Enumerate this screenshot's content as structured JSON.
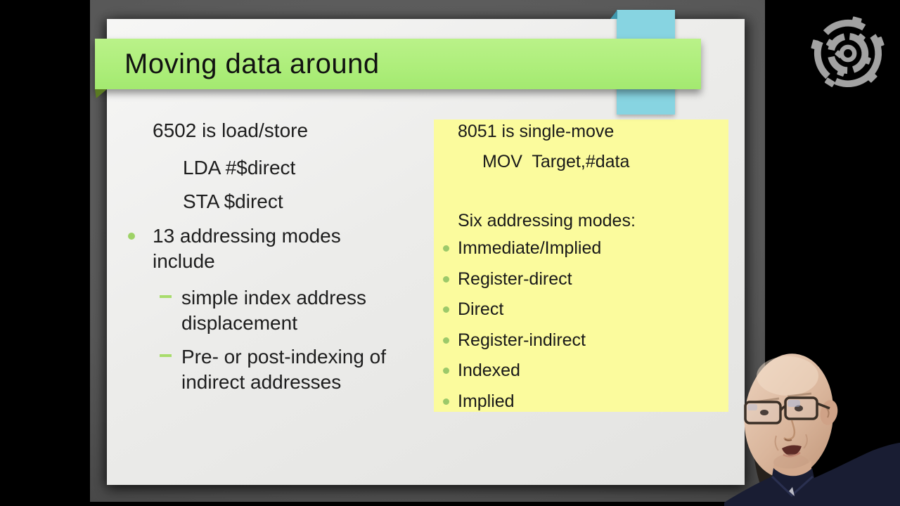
{
  "banner": {
    "title": "Moving data around",
    "bg_color": "#aeee7b",
    "fold_color": "#5a7a22"
  },
  "ribbon": {
    "color": "#87d4e1"
  },
  "left_column": {
    "heading": "6502 is load/store",
    "code_line1": "LDA #$direct",
    "code_line2": "STA $direct",
    "bullet1": "13 addressing modes include",
    "sub_bullet1": "simple index address displacement",
    "sub_bullet2": "Pre- or post-indexing of indirect addresses"
  },
  "yellow_box": {
    "bg_color": "#fbfb9d",
    "heading": "8051 is single-move",
    "code_line": "MOV  Target,#data",
    "subheading": "Six addressing modes:",
    "bullets": [
      "Immediate/Implied",
      "Register-direct",
      "Direct",
      "Register-indirect",
      "Indexed",
      "Implied"
    ]
  },
  "colors": {
    "bullet_green": "#9ed266",
    "slide_bg": "#ececea",
    "surface_gray": "#575757",
    "logo_gray": "#a2a2a2"
  },
  "overlays": {
    "logo_icon": "gear-logo",
    "webcam": "presenter"
  }
}
